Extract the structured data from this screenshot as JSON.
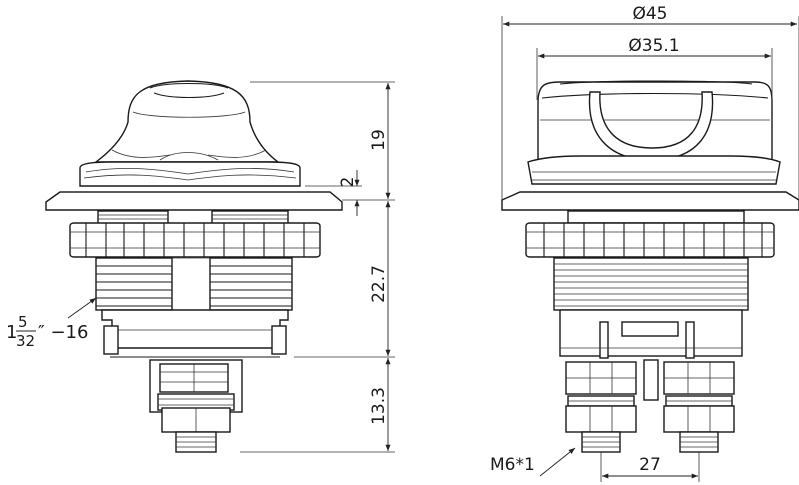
{
  "left_view": {
    "dim_19": "19",
    "dim_2": "2",
    "dim_22_7": "22.7",
    "dim_13_3": "13.3",
    "thread": {
      "whole": "1",
      "numerator": "5",
      "denominator": "32",
      "suffix": "″ −16"
    }
  },
  "right_view": {
    "dim_45": "Ø45",
    "dim_35_1": "Ø35.1",
    "dim_27": "27",
    "terminal": "M6*1"
  }
}
